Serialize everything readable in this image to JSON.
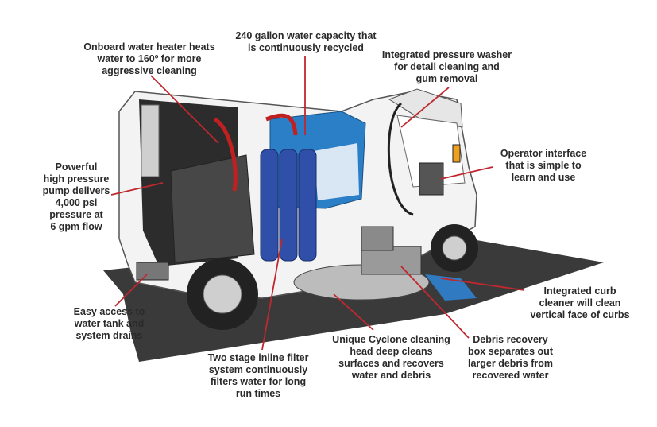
{
  "callouts": {
    "heater": "Onboard water heater heats\nwater to 160º for more\naggressive cleaning",
    "tank": "240 gallon water capacity that\nis continuously recycled",
    "washer": "Integrated pressure washer\nfor detail cleaning and\ngum removal",
    "operator": "Operator interface\nthat is simple to\nlearn and use",
    "pump": "Powerful\nhigh pressure\npump delivers\n4,000 psi\npressure at\n6 gpm flow",
    "curb": "Integrated curb\ncleaner will clean\nvertical face of curbs",
    "drains": "Easy access to\nwater tank and\nsystem drains",
    "filter": "Two stage inline filter\nsystem continuously\nfilters water for long\nrun times",
    "cyclone": "Unique Cyclone cleaning\nhead deep cleans\nsurfaces and recovers\nwater and debris",
    "debris": "Debris recovery\nbox separates out\nlarger debris from\nrecovered water"
  },
  "colors": {
    "leader_line": "#c0282f",
    "filter_blue": "#2f4fa8",
    "tank_blue": "#2b7fc7",
    "water_spray": "#2e86d8",
    "body_white": "#f4f4f4",
    "shadow": "#3a3a3a"
  }
}
